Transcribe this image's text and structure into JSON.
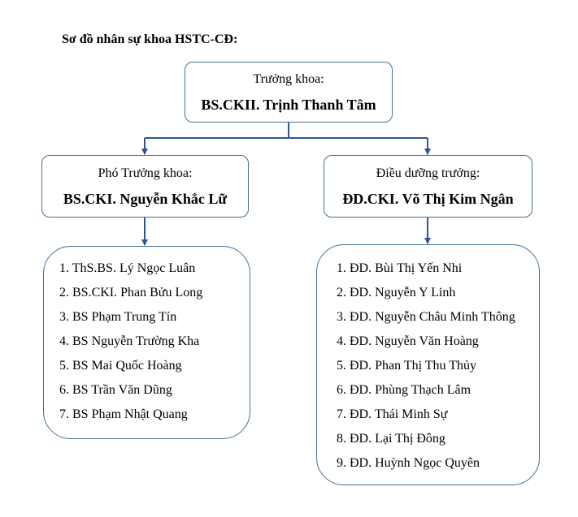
{
  "heading": "Sơ đồ nhân sự khoa HSTC-CĐ:",
  "head": {
    "title": "Trưởng khoa:",
    "name": "BS.CKII. Trịnh Thanh Tâm"
  },
  "deputy": {
    "title": "Phó Trưởng khoa:",
    "name": "BS.CKI. Nguyễn Khắc Lữ"
  },
  "head_nurse": {
    "title": "Điều dưỡng trưởng:",
    "name": "ĐD.CKI. Võ Thị Kim Ngân"
  },
  "doctors": [
    "1. ThS.BS. Lý Ngọc Luân",
    "2. BS.CKI. Phan Bửu Long",
    "3. BS Phạm Trung Tín",
    "4. BS Nguyễn Trường Kha",
    "5. BS Mai Quốc Hoàng",
    "6. BS Trần Văn Dũng",
    "7. BS Phạm Nhật Quang"
  ],
  "nurses": [
    "1. ĐD. Bùi Thị Yến Nhi",
    "2. ĐD. Nguyễn Y Linh",
    "3. ĐD. Nguyễn Châu Minh Thông",
    "4. ĐD. Nguyễn Văn Hoàng",
    "5. ĐD. Phan Thị Thu Thủy",
    "6. ĐD. Phùng Thạch Lâm",
    "7. ĐD. Thái Minh Sự",
    "8. ĐD. Lại Thị Đông",
    "9. ĐD. Huỳnh Ngọc Quyên"
  ],
  "colors": {
    "box_border": "#41719c",
    "connector": "#2f5597",
    "text": "#000000"
  }
}
